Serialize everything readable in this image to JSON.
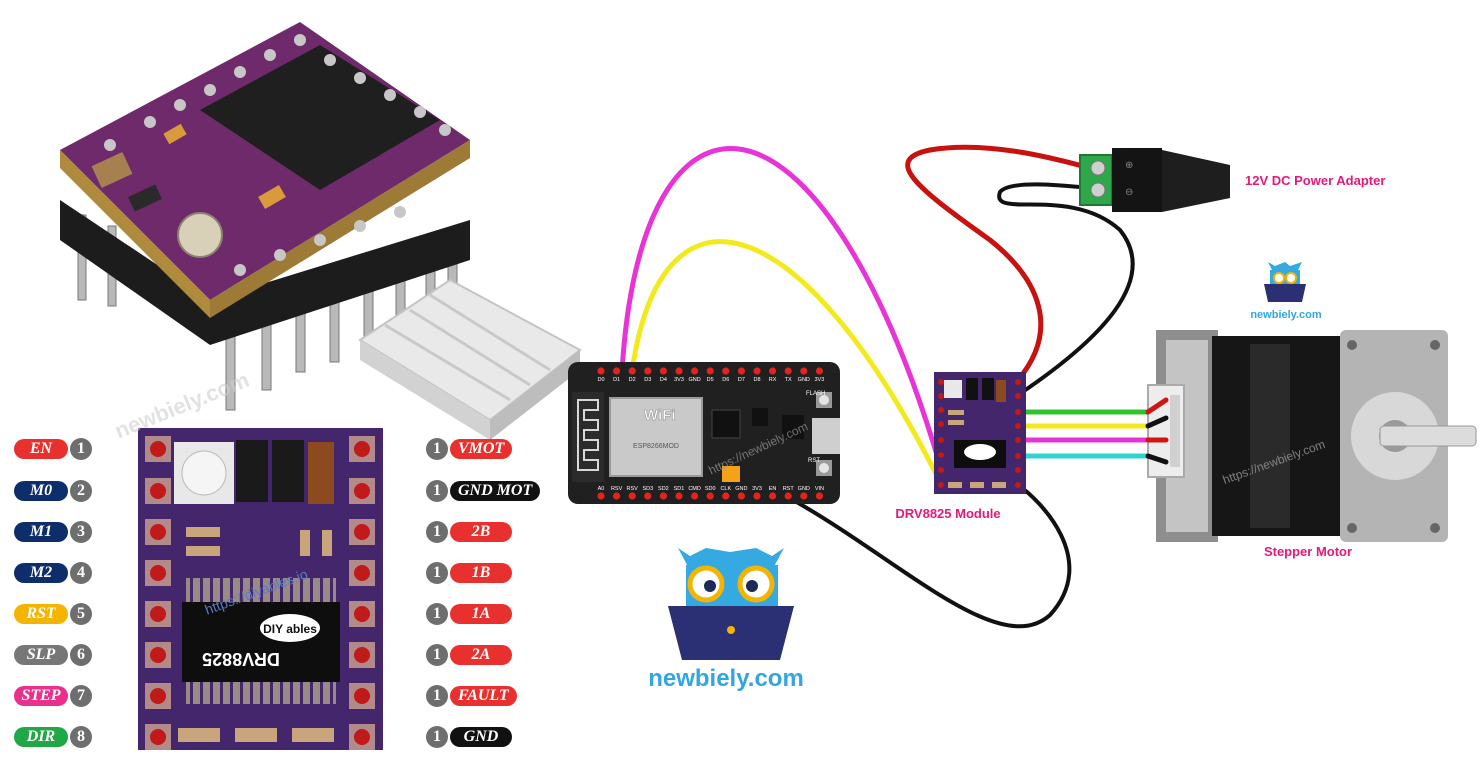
{
  "labels": {
    "power_adapter": "12V DC Power Adapter",
    "driver_module": "DRV8825 Module",
    "stepper_motor": "Stepper Motor",
    "site_large": "newbiely.com",
    "site_small": "newbiely.com",
    "board_chip": "DRV8825",
    "brand_logo": "DIY ables",
    "wifi_text": "WiFi",
    "esp_model": "ESP8266MOD"
  },
  "watermarks": {
    "a": "https://diyables.io",
    "b": "https://newbiely.com",
    "c": "https://newbiely.com",
    "d": "newbiely.com"
  },
  "left_pins": [
    {
      "label": "EN",
      "num": "1",
      "color": "#e8312f"
    },
    {
      "label": "M0",
      "num": "2",
      "color": "#0d2d6b"
    },
    {
      "label": "M1",
      "num": "3",
      "color": "#0d2d6b"
    },
    {
      "label": "M2",
      "num": "4",
      "color": "#0d2d6b"
    },
    {
      "label": "RST",
      "num": "5",
      "color": "#f5b400"
    },
    {
      "label": "SLP",
      "num": "6",
      "color": "#777777"
    },
    {
      "label": "STEP",
      "num": "7",
      "color": "#e9308d"
    },
    {
      "label": "DIR",
      "num": "8",
      "color": "#20a847"
    }
  ],
  "right_pins": [
    {
      "label": "VMOT",
      "num": "1",
      "color": "#e8312f"
    },
    {
      "label": "GND MOT",
      "num": "1",
      "color": "#111111"
    },
    {
      "label": "2B",
      "num": "1",
      "color": "#e8312f"
    },
    {
      "label": "1B",
      "num": "1",
      "color": "#e8312f"
    },
    {
      "label": "1A",
      "num": "1",
      "color": "#e8312f"
    },
    {
      "label": "2A",
      "num": "1",
      "color": "#e8312f"
    },
    {
      "label": "FAULT",
      "num": "1",
      "color": "#e8312f"
    },
    {
      "label": "GND",
      "num": "1",
      "color": "#111111"
    }
  ],
  "esp_top_pins": [
    "D0",
    "D1",
    "D2",
    "D3",
    "D4",
    "3V3",
    "GND",
    "D5",
    "D6",
    "D7",
    "D8",
    "RX",
    "TX",
    "GND",
    "3V3"
  ],
  "esp_bottom_pins": [
    "A0",
    "RSV",
    "RSV",
    "SD3",
    "SD2",
    "SD1",
    "CMD",
    "SD0",
    "CLK",
    "GND",
    "3V3",
    "EN",
    "RST",
    "GND",
    "VIN"
  ],
  "esp_buttons": {
    "flash": "FLASH",
    "rst": "RST"
  },
  "colors": {
    "wire_magenta": "#e834d6",
    "wire_yellow": "#f2ea1c",
    "wire_red": "#c8120f",
    "wire_black": "#111111",
    "wire_green": "#2ec42e",
    "wire_cyan": "#2fd6cf",
    "label_pink": "#e5197b",
    "site_blue": "#34a6df",
    "board_purple": "#43266b"
  }
}
